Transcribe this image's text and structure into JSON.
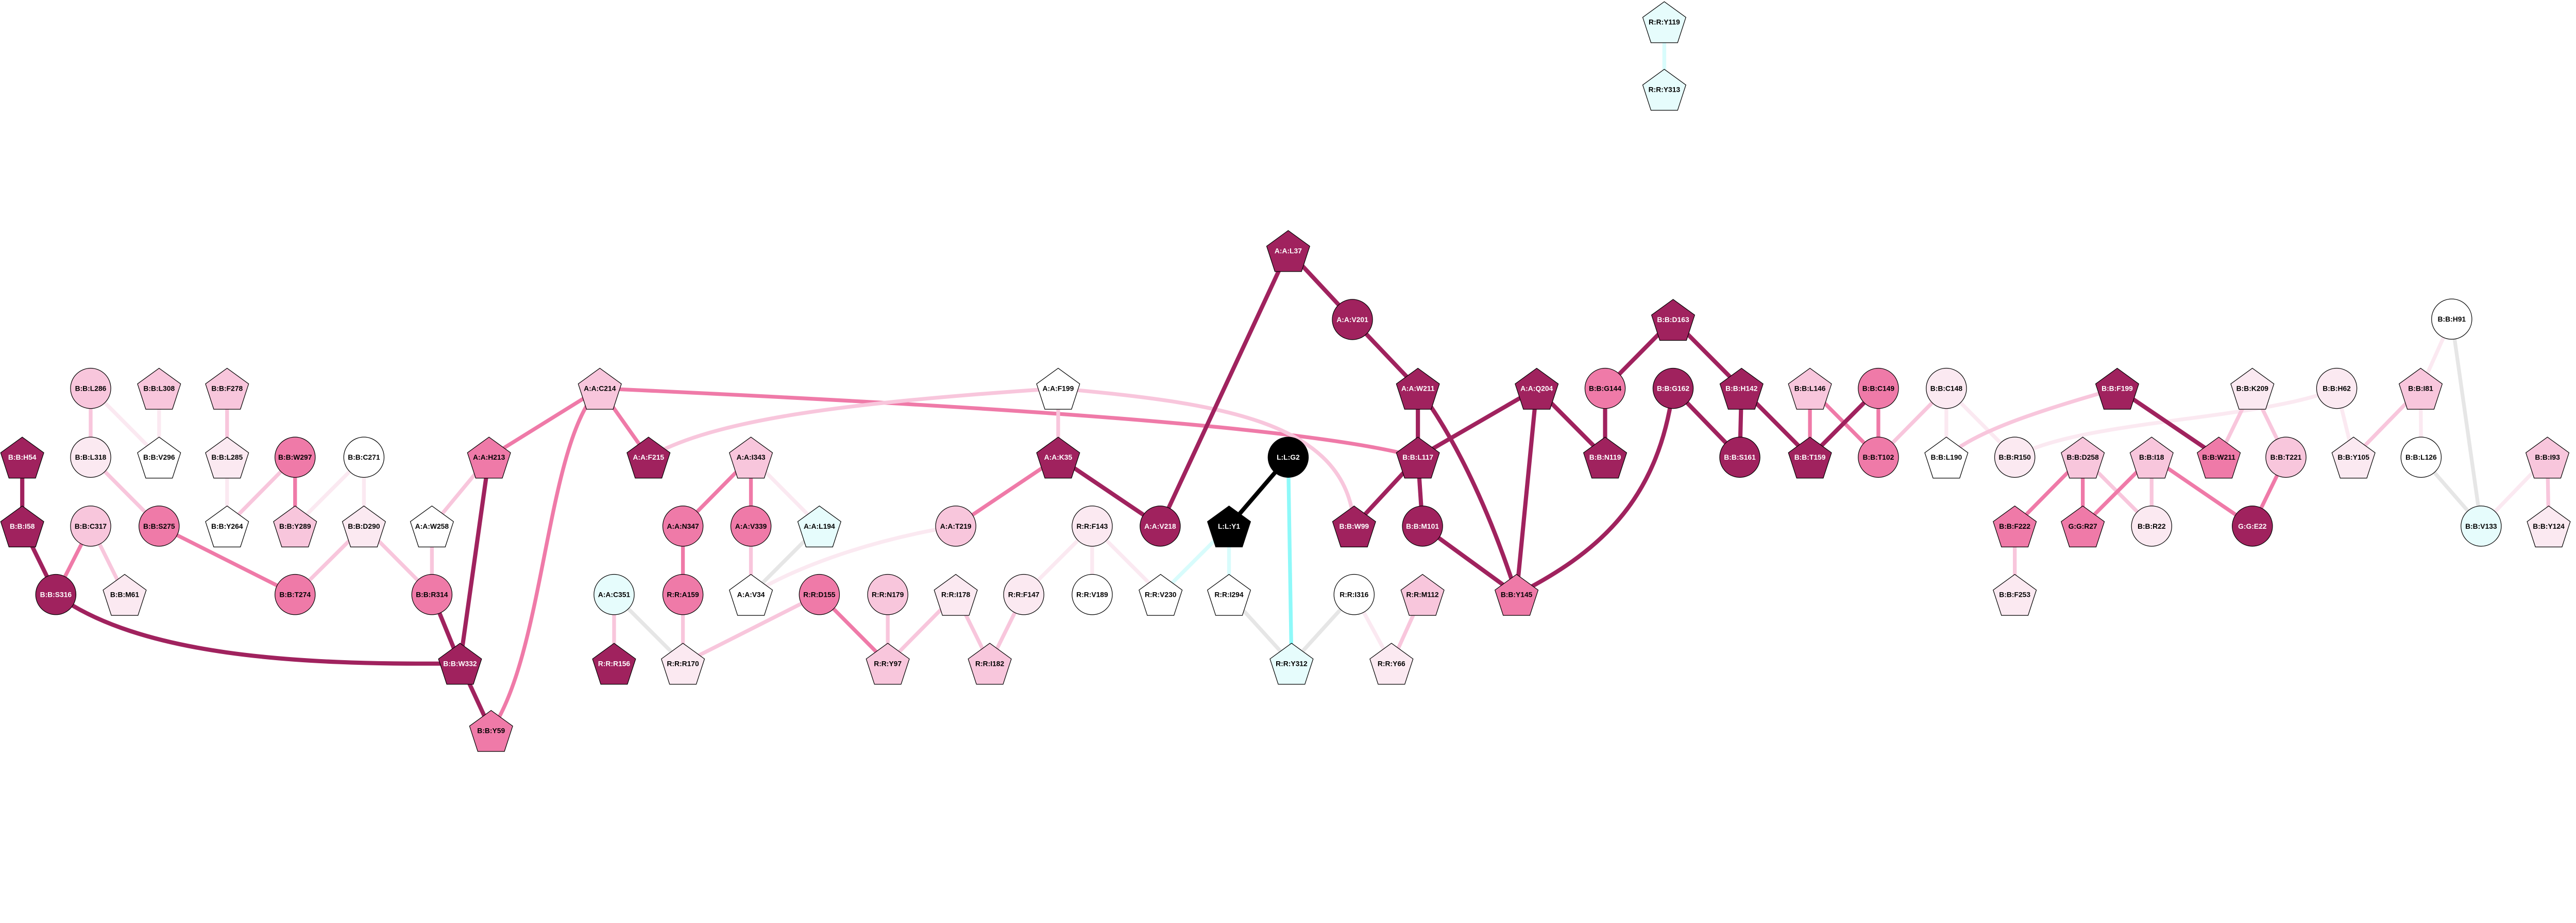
{
  "palette": {
    "D": "#a0225e",
    "M": "#ef7aa8",
    "L": "#f8c6dc",
    "V": "#fbe9f1",
    "W": "#ffffff",
    "C": "#e6fcfc",
    "K": "#000000",
    "G": "#e6e6e6",
    "CE": "#8ef9f9",
    "LC": "#d8fcfc"
  },
  "nodes": [
    {
      "id": "R:R:Y119",
      "shape": "pentagon",
      "fill": "C"
    },
    {
      "id": "R:R:Y313",
      "shape": "pentagon",
      "fill": "C"
    },
    {
      "id": "A:A:L37",
      "shape": "pentagon",
      "fill": "D"
    },
    {
      "id": "A:A:V201",
      "shape": "circle",
      "fill": "D"
    },
    {
      "id": "B:B:D163",
      "shape": "pentagon",
      "fill": "D"
    },
    {
      "id": "B:B:H91",
      "shape": "circle",
      "fill": "W"
    },
    {
      "id": "B:B:L286",
      "shape": "circle",
      "fill": "L"
    },
    {
      "id": "B:B:L308",
      "shape": "pentagon",
      "fill": "L"
    },
    {
      "id": "B:B:F278",
      "shape": "pentagon",
      "fill": "L"
    },
    {
      "id": "A:A:C214",
      "shape": "pentagon",
      "fill": "L"
    },
    {
      "id": "A:A:F199",
      "shape": "pentagon",
      "fill": "W"
    },
    {
      "id": "A:A:W211",
      "shape": "pentagon",
      "fill": "D"
    },
    {
      "id": "A:A:Q204",
      "shape": "pentagon",
      "fill": "D"
    },
    {
      "id": "B:B:G144",
      "shape": "circle",
      "fill": "M"
    },
    {
      "id": "B:B:G162",
      "shape": "circle",
      "fill": "D"
    },
    {
      "id": "B:B:H142",
      "shape": "pentagon",
      "fill": "D"
    },
    {
      "id": "B:B:L146",
      "shape": "pentagon",
      "fill": "L"
    },
    {
      "id": "B:B:C149",
      "shape": "circle",
      "fill": "M"
    },
    {
      "id": "B:B:C148",
      "shape": "circle",
      "fill": "V"
    },
    {
      "id": "B:B:F199",
      "shape": "pentagon",
      "fill": "D"
    },
    {
      "id": "B:B:K209",
      "shape": "pentagon",
      "fill": "V"
    },
    {
      "id": "B:B:H62",
      "shape": "circle",
      "fill": "V"
    },
    {
      "id": "B:B:I81",
      "shape": "pentagon",
      "fill": "L"
    },
    {
      "id": "B:B:H54",
      "shape": "pentagon",
      "fill": "D"
    },
    {
      "id": "B:B:L318",
      "shape": "circle",
      "fill": "V"
    },
    {
      "id": "B:B:V296",
      "shape": "pentagon",
      "fill": "W"
    },
    {
      "id": "B:B:L285",
      "shape": "pentagon",
      "fill": "V"
    },
    {
      "id": "B:B:W297",
      "shape": "circle",
      "fill": "M"
    },
    {
      "id": "B:B:C271",
      "shape": "circle",
      "fill": "W"
    },
    {
      "id": "A:A:H213",
      "shape": "pentagon",
      "fill": "M"
    },
    {
      "id": "A:A:F215",
      "shape": "pentagon",
      "fill": "D"
    },
    {
      "id": "A:A:I343",
      "shape": "pentagon",
      "fill": "L"
    },
    {
      "id": "A:A:K35",
      "shape": "pentagon",
      "fill": "D"
    },
    {
      "id": "L:L:G2",
      "shape": "circle",
      "fill": "K"
    },
    {
      "id": "B:B:L117",
      "shape": "pentagon",
      "fill": "D"
    },
    {
      "id": "B:B:N119",
      "shape": "pentagon",
      "fill": "D"
    },
    {
      "id": "B:B:S161",
      "shape": "circle",
      "fill": "D"
    },
    {
      "id": "B:B:T159",
      "shape": "pentagon",
      "fill": "D"
    },
    {
      "id": "B:B:T102",
      "shape": "circle",
      "fill": "M"
    },
    {
      "id": "B:B:L190",
      "shape": "pentagon",
      "fill": "W"
    },
    {
      "id": "B:B:R150",
      "shape": "circle",
      "fill": "V"
    },
    {
      "id": "B:B:D258",
      "shape": "pentagon",
      "fill": "L"
    },
    {
      "id": "B:B:I18",
      "shape": "pentagon",
      "fill": "L"
    },
    {
      "id": "B:B:W211",
      "shape": "pentagon",
      "fill": "M"
    },
    {
      "id": "B:B:T221",
      "shape": "circle",
      "fill": "L"
    },
    {
      "id": "B:B:Y105",
      "shape": "pentagon",
      "fill": "V"
    },
    {
      "id": "B:B:L126",
      "shape": "circle",
      "fill": "W"
    },
    {
      "id": "B:B:I93",
      "shape": "pentagon",
      "fill": "L"
    },
    {
      "id": "B:B:I58",
      "shape": "pentagon",
      "fill": "D"
    },
    {
      "id": "B:B:C317",
      "shape": "circle",
      "fill": "L"
    },
    {
      "id": "B:B:S275",
      "shape": "circle",
      "fill": "M"
    },
    {
      "id": "B:B:Y264",
      "shape": "pentagon",
      "fill": "W"
    },
    {
      "id": "B:B:Y289",
      "shape": "pentagon",
      "fill": "L"
    },
    {
      "id": "B:B:D290",
      "shape": "pentagon",
      "fill": "V"
    },
    {
      "id": "A:A:W258",
      "shape": "pentagon",
      "fill": "W"
    },
    {
      "id": "A:A:N347",
      "shape": "circle",
      "fill": "M"
    },
    {
      "id": "A:A:V339",
      "shape": "circle",
      "fill": "M"
    },
    {
      "id": "A:A:L194",
      "shape": "pentagon",
      "fill": "C"
    },
    {
      "id": "A:A:T219",
      "shape": "circle",
      "fill": "L"
    },
    {
      "id": "R:R:F143",
      "shape": "circle",
      "fill": "V"
    },
    {
      "id": "A:A:V218",
      "shape": "circle",
      "fill": "D"
    },
    {
      "id": "L:L:Y1",
      "shape": "pentagon",
      "fill": "K"
    },
    {
      "id": "B:B:W99",
      "shape": "pentagon",
      "fill": "D"
    },
    {
      "id": "B:B:M101",
      "shape": "circle",
      "fill": "D"
    },
    {
      "id": "B:B:F222",
      "shape": "pentagon",
      "fill": "M"
    },
    {
      "id": "G:G:R27",
      "shape": "pentagon",
      "fill": "M"
    },
    {
      "id": "B:B:R22",
      "shape": "circle",
      "fill": "V"
    },
    {
      "id": "G:G:E22",
      "shape": "circle",
      "fill": "D"
    },
    {
      "id": "B:B:V133",
      "shape": "circle",
      "fill": "C"
    },
    {
      "id": "B:B:Y124",
      "shape": "pentagon",
      "fill": "V"
    },
    {
      "id": "B:B:S316",
      "shape": "circle",
      "fill": "D"
    },
    {
      "id": "B:B:M61",
      "shape": "pentagon",
      "fill": "V"
    },
    {
      "id": "B:B:T274",
      "shape": "circle",
      "fill": "M"
    },
    {
      "id": "B:B:R314",
      "shape": "circle",
      "fill": "M"
    },
    {
      "id": "A:A:C351",
      "shape": "circle",
      "fill": "C"
    },
    {
      "id": "R:R:A159",
      "shape": "circle",
      "fill": "M"
    },
    {
      "id": "A:A:V34",
      "shape": "pentagon",
      "fill": "W"
    },
    {
      "id": "R:R:D155",
      "shape": "circle",
      "fill": "M"
    },
    {
      "id": "R:R:N179",
      "shape": "circle",
      "fill": "L"
    },
    {
      "id": "R:R:I178",
      "shape": "pentagon",
      "fill": "V"
    },
    {
      "id": "R:R:F147",
      "shape": "circle",
      "fill": "V"
    },
    {
      "id": "R:R:V189",
      "shape": "circle",
      "fill": "W"
    },
    {
      "id": "R:R:V230",
      "shape": "pentagon",
      "fill": "W"
    },
    {
      "id": "R:R:I294",
      "shape": "pentagon",
      "fill": "W"
    },
    {
      "id": "R:R:I316",
      "shape": "circle",
      "fill": "W"
    },
    {
      "id": "R:R:M112",
      "shape": "pentagon",
      "fill": "L"
    },
    {
      "id": "B:B:Y145",
      "shape": "pentagon",
      "fill": "M"
    },
    {
      "id": "B:B:F253",
      "shape": "pentagon",
      "fill": "V"
    },
    {
      "id": "B:B:W332",
      "shape": "pentagon",
      "fill": "D"
    },
    {
      "id": "R:R:R156",
      "shape": "pentagon",
      "fill": "D"
    },
    {
      "id": "R:R:R170",
      "shape": "pentagon",
      "fill": "V"
    },
    {
      "id": "R:R:Y97",
      "shape": "pentagon",
      "fill": "L"
    },
    {
      "id": "R:R:I182",
      "shape": "pentagon",
      "fill": "L"
    },
    {
      "id": "R:R:Y312",
      "shape": "pentagon",
      "fill": "C"
    },
    {
      "id": "R:R:Y66",
      "shape": "pentagon",
      "fill": "V"
    },
    {
      "id": "B:B:Y59",
      "shape": "pentagon",
      "fill": "M"
    }
  ],
  "edges": [
    [
      "R:R:Y119",
      "R:R:Y313",
      "LC"
    ],
    [
      "B:B:L286",
      "B:B:L318",
      "L"
    ],
    [
      "B:B:L286",
      "B:B:V296",
      "V"
    ],
    [
      "B:B:L308",
      "B:B:V296",
      "V"
    ],
    [
      "B:B:F278",
      "B:B:L285",
      "L"
    ],
    [
      "B:B:H54",
      "B:B:I58",
      "D"
    ],
    [
      "B:B:L318",
      "B:B:S275",
      "L"
    ],
    [
      "B:B:L285",
      "B:B:Y264",
      "V"
    ],
    [
      "B:B:W297",
      "B:B:Y264",
      "L"
    ],
    [
      "B:B:W297",
      "B:B:Y289",
      "M"
    ],
    [
      "B:B:C271",
      "B:B:Y289",
      "V"
    ],
    [
      "B:B:C271",
      "B:B:D290",
      "V"
    ],
    [
      "A:A:H213",
      "A:A:W258",
      "L"
    ],
    [
      "A:A:H213",
      "B:B:W332",
      "D"
    ],
    [
      "A:A:H213",
      "A:A:C214",
      "M"
    ],
    [
      "B:B:I58",
      "B:B:S316",
      "D"
    ],
    [
      "B:B:C317",
      "B:B:S316",
      "M"
    ],
    [
      "B:B:C317",
      "B:B:M61",
      "L"
    ],
    [
      "B:B:S275",
      "B:B:T274",
      "M"
    ],
    [
      "B:B:D290",
      "B:B:T274",
      "L"
    ],
    [
      "B:B:D290",
      "B:B:R314",
      "L"
    ],
    [
      "A:A:W258",
      "B:B:R314",
      "L"
    ],
    [
      "B:B:S316",
      "B:B:W332",
      "D"
    ],
    [
      "B:B:R314",
      "B:B:W332",
      "D"
    ],
    [
      "B:B:W332",
      "B:B:Y59",
      "D"
    ],
    [
      "A:A:C214",
      "B:B:Y59",
      "M"
    ],
    [
      "A:A:C214",
      "A:A:F215",
      "M"
    ],
    [
      "A:A:C214",
      "B:B:L117",
      "M"
    ],
    [
      "A:A:F199",
      "A:A:F215",
      "L"
    ],
    [
      "A:A:F199",
      "A:A:K35",
      "L"
    ],
    [
      "A:A:F199",
      "B:B:W99",
      "L"
    ],
    [
      "A:A:I343",
      "A:A:N347",
      "M"
    ],
    [
      "A:A:I343",
      "A:A:V339",
      "M"
    ],
    [
      "A:A:I343",
      "A:A:L194",
      "V"
    ],
    [
      "A:A:K35",
      "A:A:T219",
      "M"
    ],
    [
      "A:A:K35",
      "A:A:V218",
      "D"
    ],
    [
      "A:A:N347",
      "R:R:A159",
      "M"
    ],
    [
      "A:A:V339",
      "A:A:V34",
      "L"
    ],
    [
      "A:A:L194",
      "A:A:V34",
      "G"
    ],
    [
      "A:A:T219",
      "A:A:V34",
      "V"
    ],
    [
      "A:A:C351",
      "R:R:R156",
      "L"
    ],
    [
      "A:A:C351",
      "R:R:R170",
      "G"
    ],
    [
      "R:R:A159",
      "R:R:R170",
      "L"
    ],
    [
      "R:R:D155",
      "R:R:R170",
      "L"
    ],
    [
      "R:R:D155",
      "R:R:Y97",
      "M"
    ],
    [
      "R:R:N179",
      "R:R:Y97",
      "L"
    ],
    [
      "R:R:I178",
      "R:R:Y97",
      "L"
    ],
    [
      "R:R:I178",
      "R:R:I182",
      "L"
    ],
    [
      "R:R:F147",
      "R:R:I182",
      "L"
    ],
    [
      "R:R:F143",
      "R:R:F147",
      "V"
    ],
    [
      "R:R:F143",
      "R:R:V189",
      "V"
    ],
    [
      "R:R:F143",
      "R:R:V230",
      "V"
    ],
    [
      "A:A:L37",
      "A:A:V218",
      "D"
    ],
    [
      "A:A:L37",
      "A:A:V201",
      "D"
    ],
    [
      "A:A:V201",
      "A:A:W211",
      "D"
    ],
    [
      "A:A:W211",
      "B:B:L117",
      "D"
    ],
    [
      "A:A:W211",
      "B:B:Y145",
      "D"
    ],
    [
      "A:A:Q204",
      "B:B:L117",
      "D"
    ],
    [
      "A:A:Q204",
      "B:B:Y145",
      "D"
    ],
    [
      "A:A:Q204",
      "B:B:N119",
      "D"
    ],
    [
      "B:B:G144",
      "B:B:N119",
      "D"
    ],
    [
      "B:B:G144",
      "B:B:D163",
      "D"
    ],
    [
      "B:B:L117",
      "B:B:W99",
      "D"
    ],
    [
      "B:B:L117",
      "B:B:M101",
      "D"
    ],
    [
      "B:B:M101",
      "B:B:Y145",
      "D"
    ],
    [
      "B:B:G162",
      "B:B:Y145",
      "D"
    ],
    [
      "L:L:G2",
      "L:L:Y1",
      "K"
    ],
    [
      "L:L:G2",
      "R:R:Y312",
      "CE"
    ],
    [
      "L:L:Y1",
      "R:R:V230",
      "LC"
    ],
    [
      "L:L:Y1",
      "R:R:I294",
      "LC"
    ],
    [
      "R:R:I294",
      "R:R:Y312",
      "G"
    ],
    [
      "R:R:I316",
      "R:R:Y312",
      "G"
    ],
    [
      "R:R:I316",
      "R:R:Y66",
      "V"
    ],
    [
      "R:R:M112",
      "R:R:Y66",
      "L"
    ],
    [
      "B:B:D163",
      "B:B:H142",
      "D"
    ],
    [
      "B:B:G162",
      "B:B:S161",
      "D"
    ],
    [
      "B:B:H142",
      "B:B:S161",
      "D"
    ],
    [
      "B:B:H142",
      "B:B:T159",
      "D"
    ],
    [
      "B:B:L146",
      "B:B:T159",
      "M"
    ],
    [
      "B:B:L146",
      "B:B:T102",
      "M"
    ],
    [
      "B:B:C149",
      "B:B:T159",
      "D"
    ],
    [
      "B:B:C149",
      "B:B:T102",
      "M"
    ],
    [
      "B:B:C148",
      "B:B:T102",
      "L"
    ],
    [
      "B:B:C148",
      "B:B:L190",
      "V"
    ],
    [
      "B:B:C148",
      "B:B:R150",
      "V"
    ],
    [
      "B:B:F199",
      "B:B:L190",
      "L"
    ],
    [
      "B:B:R150",
      "B:B:H62",
      "V"
    ],
    [
      "B:B:F199",
      "B:B:W211",
      "D"
    ],
    [
      "B:B:D258",
      "B:B:F222",
      "M"
    ],
    [
      "B:B:D258",
      "G:G:R27",
      "M"
    ],
    [
      "B:B:D258",
      "B:B:R22",
      "L"
    ],
    [
      "B:B:I18",
      "G:G:R27",
      "M"
    ],
    [
      "B:B:I18",
      "B:B:R22",
      "L"
    ],
    [
      "B:B:I18",
      "G:G:E22",
      "M"
    ],
    [
      "B:B:F222",
      "B:B:F253",
      "L"
    ],
    [
      "B:B:K209",
      "B:B:W211",
      "L"
    ],
    [
      "B:B:K209",
      "B:B:T221",
      "L"
    ],
    [
      "B:B:T221",
      "G:G:E22",
      "M"
    ],
    [
      "B:B:H62",
      "B:B:Y105",
      "V"
    ],
    [
      "B:B:I81",
      "B:B:Y105",
      "L"
    ],
    [
      "B:B:H91",
      "B:B:I81",
      "V"
    ],
    [
      "B:B:H91",
      "B:B:V133",
      "G"
    ],
    [
      "B:B:I81",
      "B:B:L126",
      "V"
    ],
    [
      "B:B:L126",
      "B:B:V133",
      "G"
    ],
    [
      "B:B:I93",
      "B:B:V133",
      "V"
    ],
    [
      "B:B:I93",
      "B:B:Y124",
      "L"
    ]
  ]
}
